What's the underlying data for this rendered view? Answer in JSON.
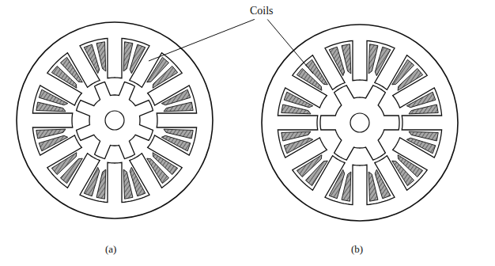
{
  "diagram": {
    "labels": [
      "Coils",
      "(a)",
      "(b)"
    ]
  }
}
